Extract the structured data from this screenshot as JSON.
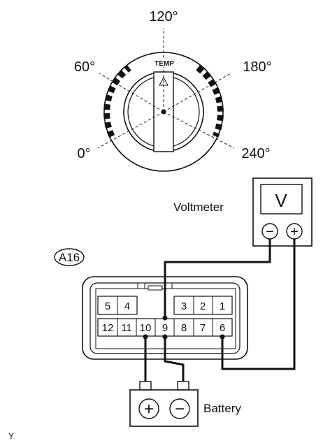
{
  "dial": {
    "angle_labels": {
      "a120": "120°",
      "a60": "60°",
      "a180": "180°",
      "a0": "0°",
      "a240": "240°"
    },
    "center_label": "TEMP"
  },
  "voltmeter": {
    "label": "Voltmeter",
    "display": "V",
    "neg_symbol": "−",
    "pos_symbol": "+"
  },
  "connector": {
    "id": "A16",
    "top_row": [
      "5",
      "4",
      "3",
      "2",
      "1"
    ],
    "bottom_row": [
      "12",
      "11",
      "10",
      "9",
      "8",
      "7",
      "6"
    ]
  },
  "battery": {
    "label": "Battery",
    "pos_symbol": "+",
    "neg_symbol": "−"
  },
  "footer": {
    "code": "Y"
  }
}
